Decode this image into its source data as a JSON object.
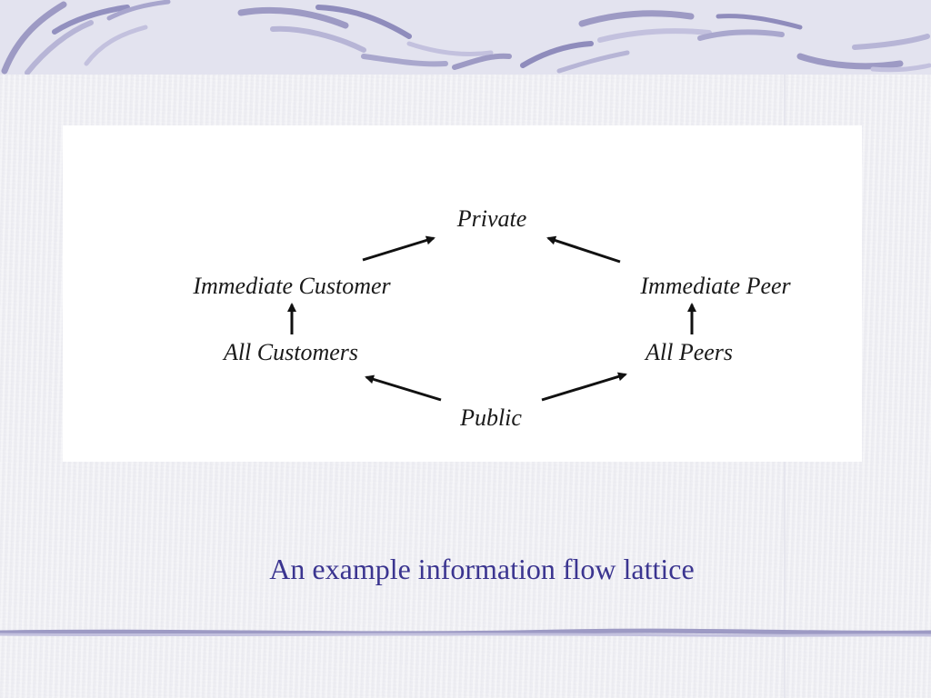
{
  "diagram": {
    "nodes": {
      "private": "Private",
      "immediate_customer": "Immediate Customer",
      "immediate_peer": "Immediate Peer",
      "all_customers": "All Customers",
      "all_peers": "All Peers",
      "public": "Public"
    },
    "edges": [
      {
        "from": "immediate_customer",
        "to": "private"
      },
      {
        "from": "immediate_peer",
        "to": "private"
      },
      {
        "from": "all_customers",
        "to": "immediate_customer"
      },
      {
        "from": "all_peers",
        "to": "immediate_peer"
      },
      {
        "from": "public",
        "to": "all_customers"
      },
      {
        "from": "public",
        "to": "all_peers"
      }
    ]
  },
  "caption": "An example information flow lattice",
  "colors": {
    "caption": "#3b3590",
    "ornament": "#8d8ab8",
    "ornament_light": "#b9b7d6",
    "background": "#f1f1f5"
  }
}
